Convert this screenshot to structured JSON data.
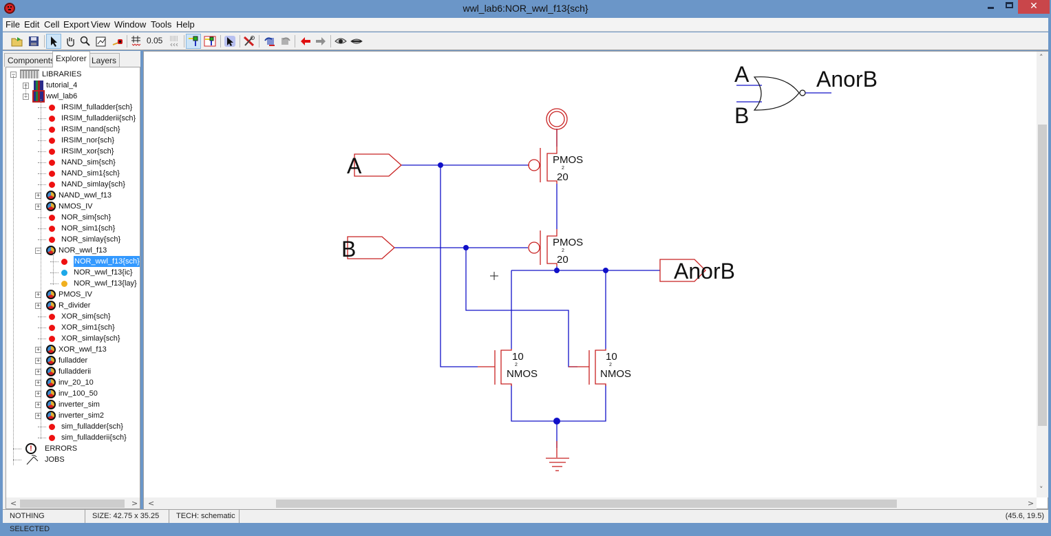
{
  "window": {
    "title": "wwl_lab6:NOR_wwl_f13{sch}",
    "minimize_label": "minimize",
    "maximize_label": "maximize",
    "close_label": "✕"
  },
  "menu": [
    "File",
    "Edit",
    "Cell",
    "Export",
    "View",
    "Window",
    "Tools",
    "Help"
  ],
  "toolbar": {
    "grid_value": "0.05",
    "buttons": [
      {
        "name": "open-library",
        "icon": "folder-open-icon"
      },
      {
        "name": "save",
        "icon": "floppy-icon"
      },
      {
        "name": "select-mode",
        "icon": "arrow-cursor-icon",
        "active": true
      },
      {
        "name": "pan-mode",
        "icon": "hand-icon"
      },
      {
        "name": "zoom-mode",
        "icon": "magnifier-icon"
      },
      {
        "name": "outline-edit-mode",
        "icon": "outline-edit-icon"
      },
      {
        "name": "measure-mode",
        "icon": "tape-measure-icon"
      },
      {
        "name": "grid-larger",
        "icon": "grid-larger-icon"
      },
      {
        "name": "grid-smaller",
        "icon": "grid-smaller-icon"
      },
      {
        "name": "select-objects",
        "icon": "select-objects-icon",
        "active": true
      },
      {
        "name": "select-area",
        "icon": "select-area-icon"
      },
      {
        "name": "special-select",
        "icon": "special-select-icon"
      },
      {
        "name": "tools",
        "icon": "tools-icon"
      },
      {
        "name": "undo",
        "icon": "undo-icon"
      },
      {
        "name": "redo",
        "icon": "redo-icon"
      },
      {
        "name": "go-back",
        "icon": "arrow-left-icon"
      },
      {
        "name": "go-forward",
        "icon": "arrow-right-icon"
      },
      {
        "name": "show-all",
        "icon": "eye-open-icon"
      },
      {
        "name": "hide",
        "icon": "eye-closed-icon"
      }
    ]
  },
  "left_panel": {
    "tabs": [
      {
        "label": "Components",
        "active": false
      },
      {
        "label": "Explorer",
        "active": true
      },
      {
        "label": "Layers",
        "active": false
      }
    ],
    "tree": [
      {
        "label": "LIBRARIES",
        "icon": "libraries-icon",
        "level": 0,
        "expander": "-"
      },
      {
        "label": "tutorial_4",
        "icon": "library-icon",
        "level": 1,
        "expander": "+"
      },
      {
        "label": "wwl_lab6",
        "icon": "library-icon-current",
        "level": 1,
        "expander": "-"
      },
      {
        "label": "IRSIM_fulladder{sch}",
        "icon": "red-dot",
        "level": 2
      },
      {
        "label": "IRSIM_fulladderii{sch}",
        "icon": "red-dot",
        "level": 2
      },
      {
        "label": "IRSIM_nand{sch}",
        "icon": "red-dot",
        "level": 2
      },
      {
        "label": "IRSIM_nor{sch}",
        "icon": "red-dot",
        "level": 2
      },
      {
        "label": "IRSIM_xor{sch}",
        "icon": "red-dot",
        "level": 2
      },
      {
        "label": "NAND_sim{sch}",
        "icon": "red-dot",
        "level": 2
      },
      {
        "label": "NAND_sim1{sch}",
        "icon": "red-dot",
        "level": 2
      },
      {
        "label": "NAND_simlay{sch}",
        "icon": "red-dot",
        "level": 2
      },
      {
        "label": "NAND_wwl_f13",
        "icon": "cell-group",
        "level": 2,
        "expander": "+"
      },
      {
        "label": "NMOS_IV",
        "icon": "cell-group",
        "level": 2,
        "expander": "+"
      },
      {
        "label": "NOR_sim{sch}",
        "icon": "red-dot",
        "level": 2
      },
      {
        "label": "NOR_sim1{sch}",
        "icon": "red-dot",
        "level": 2
      },
      {
        "label": "NOR_simlay{sch}",
        "icon": "red-dot",
        "level": 2
      },
      {
        "label": "NOR_wwl_f13",
        "icon": "cell-group",
        "level": 2,
        "expander": "-"
      },
      {
        "label": "NOR_wwl_f13{sch}",
        "icon": "red-dot",
        "level": 3,
        "selected": true
      },
      {
        "label": "NOR_wwl_f13{ic}",
        "icon": "blue-dot",
        "level": 3
      },
      {
        "label": "NOR_wwl_f13{lay}",
        "icon": "yellow-dot",
        "level": 3
      },
      {
        "label": "PMOS_IV",
        "icon": "cell-group",
        "level": 2,
        "expander": "+"
      },
      {
        "label": "R_divider",
        "icon": "cell-group",
        "level": 2,
        "expander": "+"
      },
      {
        "label": "XOR_sim{sch}",
        "icon": "red-dot",
        "level": 2
      },
      {
        "label": "XOR_sim1{sch}",
        "icon": "red-dot",
        "level": 2
      },
      {
        "label": "XOR_simlay{sch}",
        "icon": "red-dot",
        "level": 2
      },
      {
        "label": "XOR_wwl_f13",
        "icon": "cell-group",
        "level": 2,
        "expander": "+"
      },
      {
        "label": "fulladder",
        "icon": "cell-group",
        "level": 2,
        "expander": "+"
      },
      {
        "label": "fulladderii",
        "icon": "cell-group",
        "level": 2,
        "expander": "+"
      },
      {
        "label": "inv_20_10",
        "icon": "cell-group",
        "level": 2,
        "expander": "+"
      },
      {
        "label": "inv_100_50",
        "icon": "cell-group",
        "level": 2,
        "expander": "+"
      },
      {
        "label": "inverter_sim",
        "icon": "cell-group",
        "level": 2,
        "expander": "+"
      },
      {
        "label": "inverter_sim2",
        "icon": "cell-group",
        "level": 2,
        "expander": "+"
      },
      {
        "label": "sim_fulladder{sch}",
        "icon": "red-dot",
        "level": 2
      },
      {
        "label": "sim_fulladderii{sch}",
        "icon": "red-dot",
        "level": 2
      },
      {
        "label": "ERRORS",
        "icon": "errors-icon",
        "level": 0
      },
      {
        "label": "JOBS",
        "icon": "jobs-icon",
        "level": 0
      }
    ]
  },
  "schematic": {
    "inputs": [
      {
        "name": "A"
      },
      {
        "name": "B"
      }
    ],
    "output": {
      "name": "AnorB"
    },
    "pmos": [
      {
        "label": "PMOS",
        "width": "20",
        "length": "2",
        "gate": "A"
      },
      {
        "label": "PMOS",
        "width": "20",
        "length": "2",
        "gate": "B"
      }
    ],
    "nmos": [
      {
        "label": "NMOS",
        "width": "10",
        "length": "2",
        "gate": "A"
      },
      {
        "label": "NMOS",
        "width": "10",
        "length": "2",
        "gate": "B"
      }
    ],
    "icon_symbol": {
      "in_a": "A",
      "in_b": "B",
      "out": "AnorB",
      "gate": "NOR"
    },
    "colors": {
      "wire": "#1010c8",
      "component": "#c82020",
      "text": "#111111",
      "icon": "#111111"
    }
  },
  "status": {
    "selection": "NOTHING SELECTED",
    "size": "SIZE: 42.75 x 35.25",
    "tech": "TECH: schematic",
    "coordinates": "(45.6, 19.5)"
  }
}
